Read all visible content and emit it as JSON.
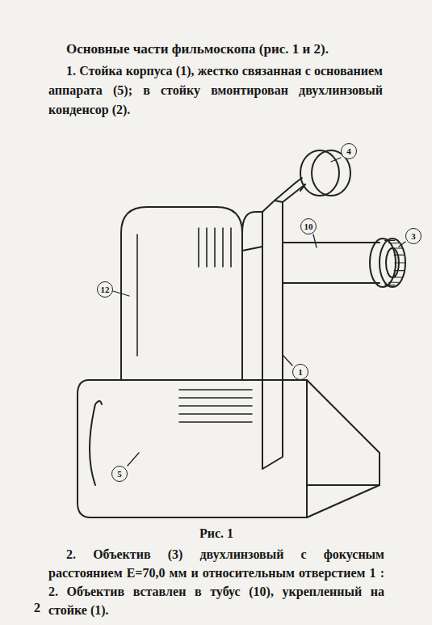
{
  "diagram": {
    "title": "Основные части фильмоскопа (рис. 1 и 2).",
    "caption": "Рис. 1",
    "nodes": [
      {
        "text": [
          "4"
        ]
      },
      {
        "text": [
          "10"
        ]
      },
      {
        "text": [
          "3"
        ]
      },
      {
        "text": [
          "12"
        ]
      },
      {
        "text": [
          "1"
        ]
      },
      {
        "text": [
          "5"
        ]
      }
    ],
    "labels": [
      "1. Стойка корпуса (1), жестко связанная с основанием аппарата (5); в стойку вмонтирован двухлинзовый конденсор (2).",
      "2. Объектив (3) двухлинзовый с фокусным расстоянием E=70,0 мм и относительным отверстием 1 : 2. Объектив вставлен в тубус (10), укрепленный на стойке (1).",
      "2"
    ]
  }
}
